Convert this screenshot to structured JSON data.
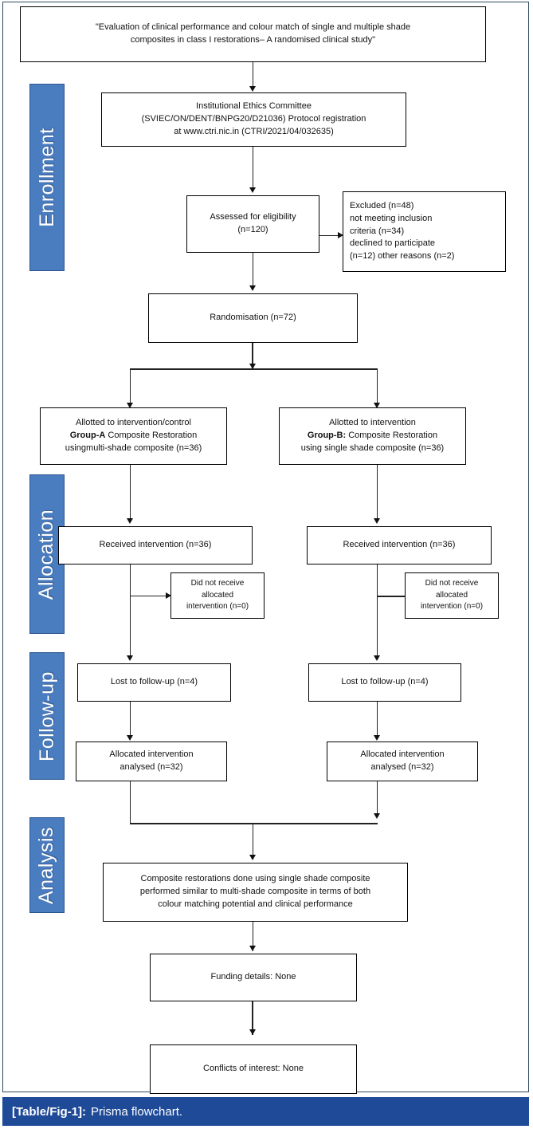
{
  "figure": {
    "caption_tag": "[Table/Fig-1]:",
    "caption_text": "Prisma flowchart.",
    "accent_blue": "#4a7cc0",
    "caption_blue": "#1f4a98",
    "frame_color": "#2f4a5e"
  },
  "stages": [
    {
      "id": "enrollment",
      "label": "Enrollment"
    },
    {
      "id": "allocation",
      "label": "Allocation"
    },
    {
      "id": "followup",
      "label": "Follow-up"
    },
    {
      "id": "analysis",
      "label": "Analysis"
    }
  ],
  "nodes": {
    "title": {
      "line1": "\"Evaluation of clinical performance and colour match of single and multiple shade",
      "line2": "composites in class I restorations– A randomised clinical study\""
    },
    "ethics": {
      "line1": "Institutional Ethics Committee",
      "line2": "(SVIEC/ON/DENT/BNPG20/D21036) Protocol registration",
      "line3": "at www.ctri.nic.in (CTRI/2021/04/032635)"
    },
    "assessed": {
      "line1": "Assessed for eligibility",
      "line2": "(n=120)"
    },
    "excluded": {
      "line1": "Excluded (n=48)",
      "line2": "not meeting inclusion",
      "line3": "criteria (n=34)",
      "line4": "declined to participate",
      "line5": "(n=12) other reasons (n=2)"
    },
    "randomisation": {
      "line1": "Randomisation (n=72)"
    },
    "group_a": {
      "line1": "Allotted to intervention/control",
      "bold_label": "Group-A",
      "line2_rest": " Composite Restoration",
      "line3": "usingmulti-shade composite (n=36)"
    },
    "group_b": {
      "line1": "Allotted to intervention",
      "bold_label": "Group-B:",
      "line2_rest": " Composite Restoration",
      "line3": "using single shade composite (n=36)"
    },
    "received_a": {
      "line1": "Received intervention (n=36)"
    },
    "received_b": {
      "line1": "Received intervention (n=36)"
    },
    "notreceived_a": {
      "line1": "Did not receive",
      "line2": "allocated",
      "line3": "intervention (n=0)"
    },
    "notreceived_b": {
      "line1": "Did not receive",
      "line2": "allocated",
      "line3": "intervention (n=0)"
    },
    "lost_a": {
      "line1": "Lost to follow-up (n=4)"
    },
    "lost_b": {
      "line1": "Lost to follow-up (n=4)"
    },
    "analysed_a": {
      "line1": "Allocated intervention",
      "line2": "analysed (n=32)"
    },
    "analysed_b": {
      "line1": "Allocated intervention",
      "line2": "analysed (n=32)"
    },
    "conclusion": {
      "line1": "Composite restorations done using single shade composite",
      "line2": "performed similar to multi-shade composite in terms of both",
      "line3": "colour matching potential and clinical performance"
    },
    "funding": {
      "line1": "Funding details: None"
    },
    "conflicts": {
      "line1": "Conflicts of interest: None"
    }
  }
}
